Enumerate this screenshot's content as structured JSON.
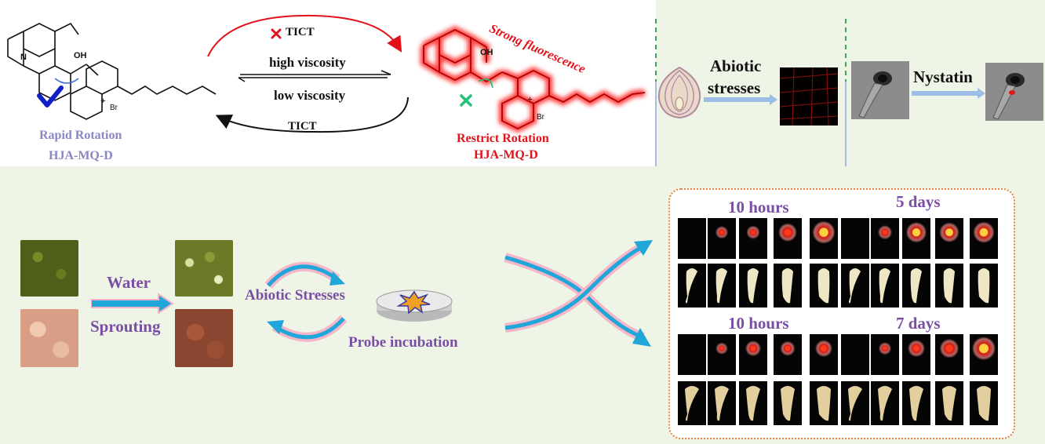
{
  "scheme": {
    "left_molecule": {
      "rotation_label": "Rapid Rotation",
      "name": "HJA-MQ-D",
      "oh_label": "OH",
      "br_label": "Br",
      "plus": "+"
    },
    "right_molecule": {
      "rotation_label": "Restrict Rotation",
      "name": "HJA-MQ-D",
      "oh_label": "OH",
      "br_label": "Br",
      "plus": "+"
    },
    "arrows": {
      "top_label": "TICT",
      "bottom_label": "TICT",
      "high_viscosity": "high viscosity",
      "low_viscosity": "low viscosity"
    },
    "strong_fluorescence": "Strong fluorescence"
  },
  "applications": {
    "abiotic_label_1": "Abiotic",
    "abiotic_label_2": "stresses",
    "nystatin_label": "Nystatin"
  },
  "workflow": {
    "water_label": "Water",
    "sprouting_label": "Sprouting",
    "abiotic_stresses_label": "Abiotic Stresses",
    "probe_incubation_label": "Probe incubation"
  },
  "results": {
    "mung_bean_fluorescence_label": "10 hours",
    "mung_bean_late_label": "5 days",
    "peanut_fluorescence_label": "10 hours",
    "peanut_late_label": "7 days",
    "mung_bean_fluor_intensity": [
      0,
      0.15,
      0.2,
      0.55,
      0.85,
      0,
      0.25,
      0.7,
      0.65,
      0.75
    ],
    "peanut_fluor_intensity": [
      0,
      0.1,
      0.35,
      0.3,
      0.45,
      0,
      0.15,
      0.45,
      0.6,
      0.9
    ]
  },
  "colors": {
    "accent_purple": "#7a4fa3",
    "red": "#e3121a",
    "check_blue": "#1020c8",
    "x_green": "#22c07a",
    "arrow_blue": "#20a6d8",
    "dash_green": "#3fa55b",
    "frame_orange": "#e8803c"
  }
}
